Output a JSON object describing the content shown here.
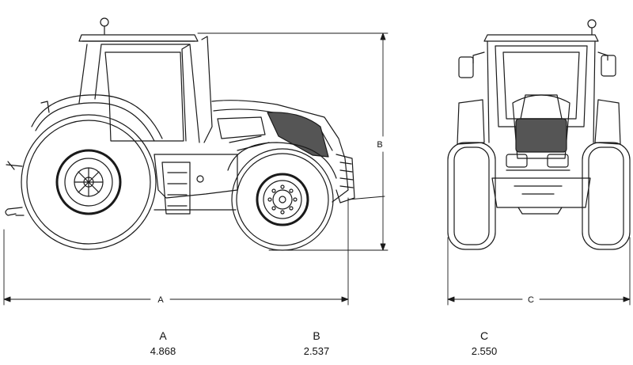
{
  "dimensions": {
    "items": [
      {
        "key": "A",
        "value": "4.868"
      },
      {
        "key": "B",
        "value": "2.537"
      },
      {
        "key": "C",
        "value": "2.550"
      }
    ]
  },
  "colors": {
    "line": "#1a1a1a",
    "dark_glass": "#555555",
    "background": "#ffffff"
  }
}
